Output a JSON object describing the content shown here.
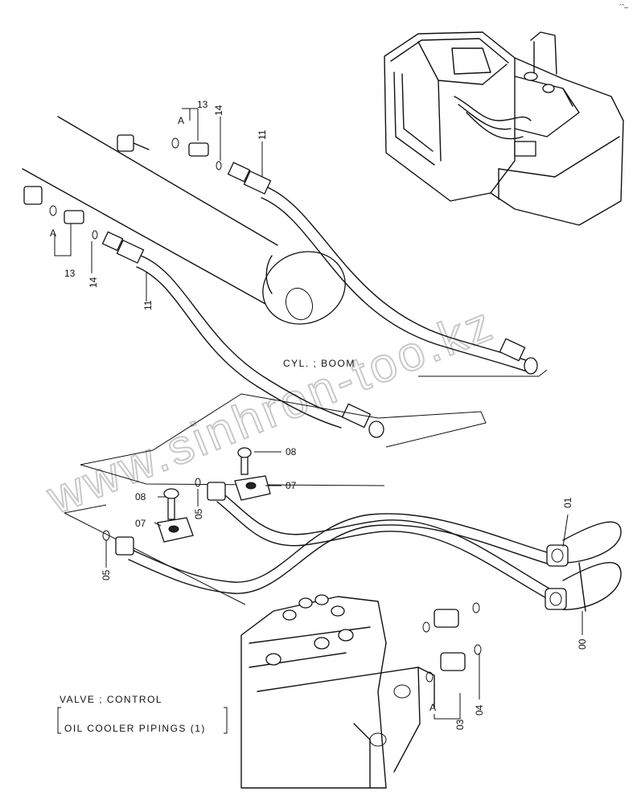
{
  "watermark": "www.sinhron-too.kz",
  "corner_mark": "´ˆ‒",
  "section_labels": {
    "boom_cylinder": "CYL. ; BOOM",
    "control_valve": "VALVE ; CONTROL",
    "title": "OIL  COOLER  PIPINGS (1)"
  },
  "part_labels": {
    "p00": "00",
    "p01": "01",
    "p03": "03",
    "p04": "04",
    "p05_left": "05",
    "p05_mid": "05",
    "p07_left": "07",
    "p07_right": "07",
    "p08_left": "08",
    "p08_right": "08",
    "p11_top": "11",
    "p11_left": "11",
    "p13_top": "13",
    "p13_left": "13",
    "p14_top": "14",
    "p14_left": "14",
    "a_top": "A",
    "a_left": "A",
    "a_bottom": "A"
  }
}
